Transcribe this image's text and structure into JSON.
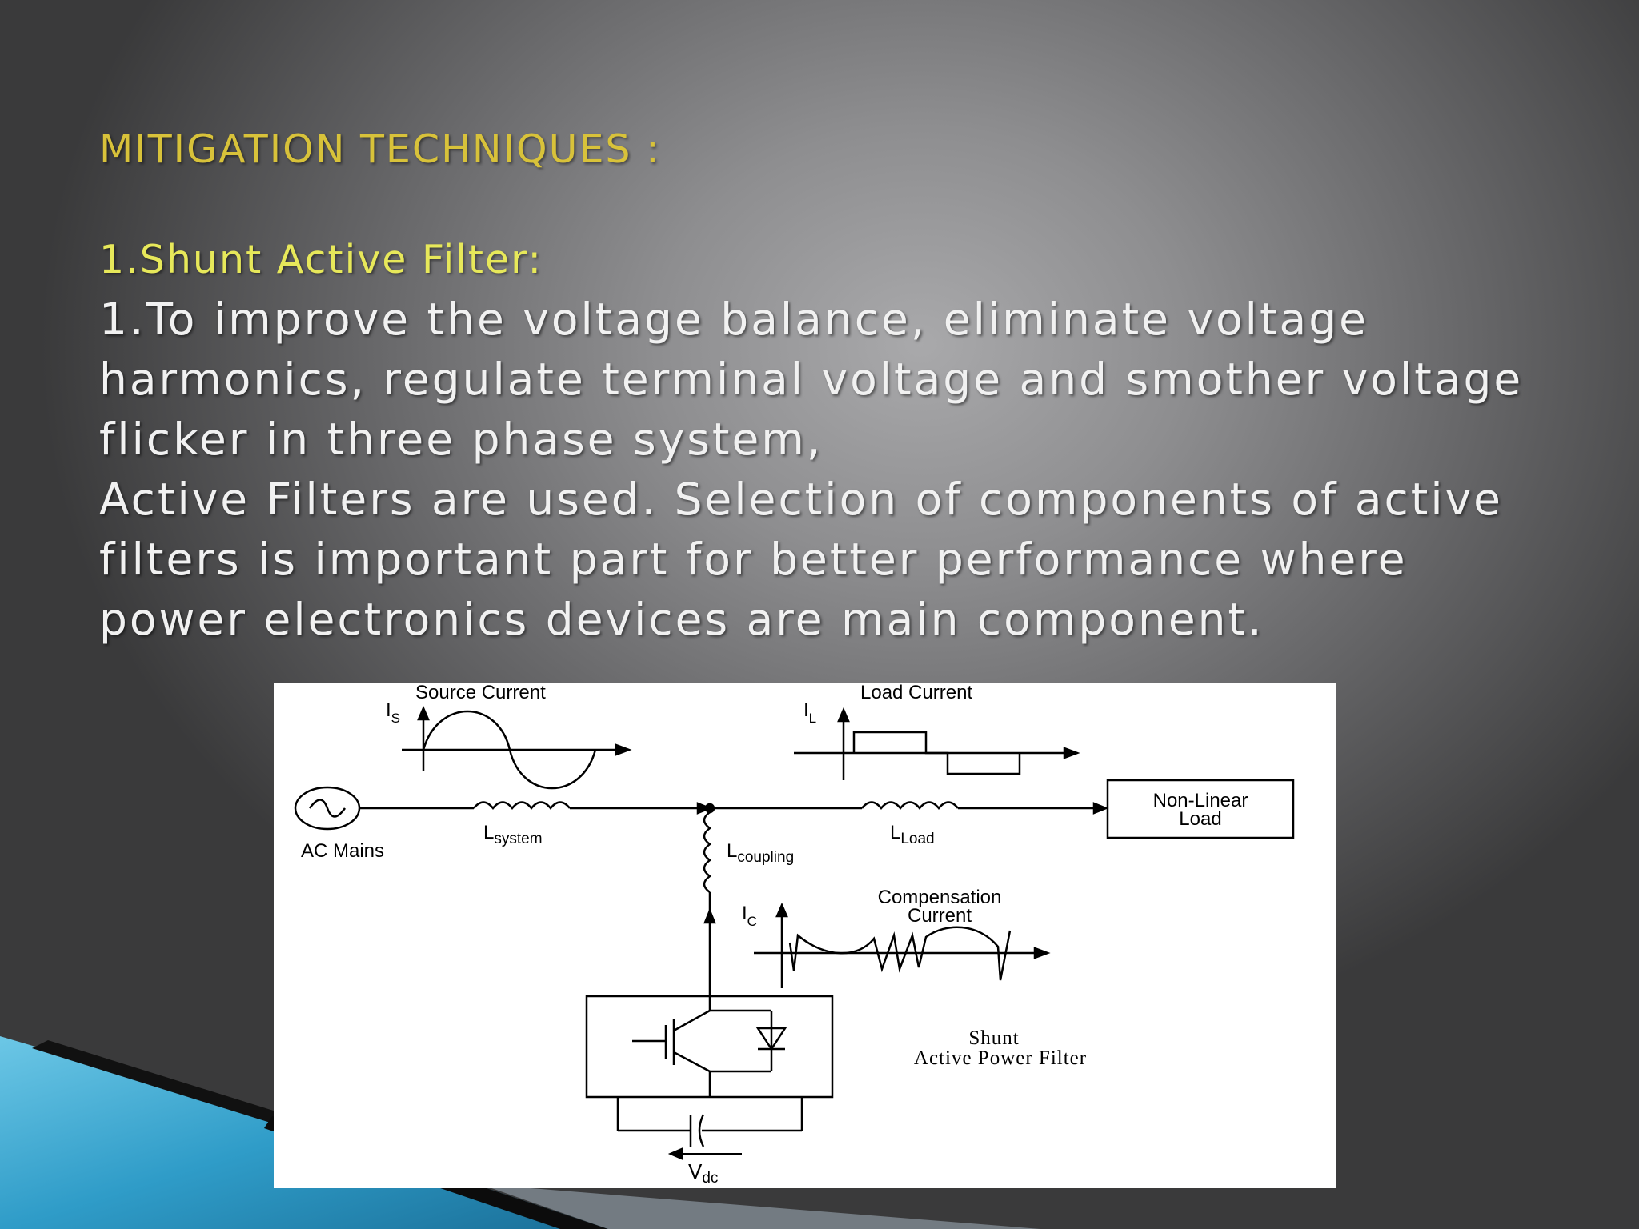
{
  "slide": {
    "title": "MITIGATION TECHNIQUES :",
    "subtitle": "1.Shunt Active Filter:",
    "body_lines": [
      "1.To improve the voltage balance, eliminate voltage",
      "harmonics, regulate terminal voltage and smother voltage",
      "flicker in three phase system,",
      "Active Filters are used. Selection of components of active",
      "filters is important part for better performance where",
      "power electronics devices are main component."
    ]
  },
  "diagram": {
    "source_current": "Source Current",
    "load_current": "Load Current",
    "is_symbol": "I",
    "is_sub": "S",
    "il_symbol": "I",
    "il_sub": "L",
    "ic_symbol": "I",
    "ic_sub": "C",
    "ac_mains": "AC Mains",
    "l_system": "L",
    "l_system_sub": "system",
    "l_load": "L",
    "l_load_sub": "Load",
    "l_coupling": "L",
    "l_coupling_sub": "coupling",
    "nonlinear_load_line1": "Non-Linear",
    "nonlinear_load_line2": "Load",
    "compensation_line1": "Compensation",
    "compensation_line2": "Current",
    "shunt_line1": "Shunt",
    "shunt_line2": "Active Power Filter",
    "vdc": "V",
    "vdc_sub": "dc"
  },
  "colors": {
    "title": "#d8c23a",
    "subtitle": "#e7e85a",
    "body": "#f1f1f1",
    "accent_blue": "#3aa0c8"
  }
}
